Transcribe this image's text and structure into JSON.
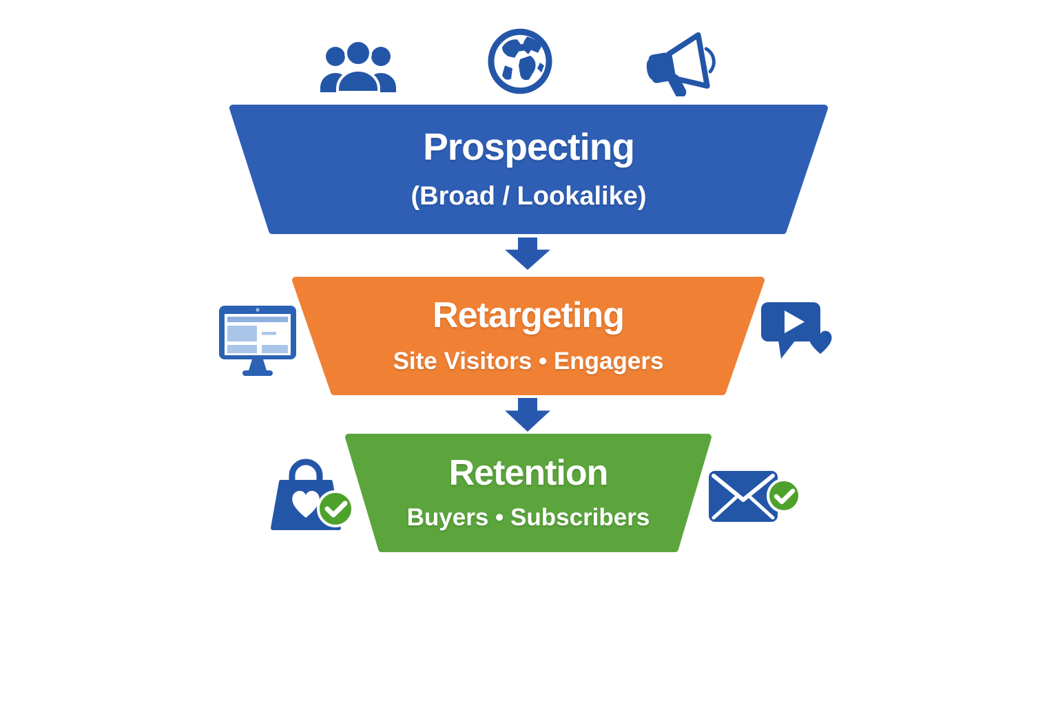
{
  "diagram": {
    "type": "marketing-funnel",
    "stages": [
      {
        "id": "prospecting",
        "title": "Prospecting",
        "subtitle": "(Broad / Lookalike)",
        "color": "#2e5fb5"
      },
      {
        "id": "retargeting",
        "title": "Retargeting",
        "subtitle": "Site Visitors • Engagers",
        "color": "#f08134"
      },
      {
        "id": "retention",
        "title": "Retention",
        "subtitle": "Buyers • Subscribers",
        "color": "#5ba53c"
      }
    ],
    "icons": {
      "top_row": [
        "audience-people-icon",
        "globe-icon",
        "megaphone-icon"
      ],
      "middle_left": "website-monitor-icon",
      "middle_right": "video-chat-heart-icon",
      "bottom_left": "shopping-bag-check-icon",
      "bottom_right": "email-check-icon",
      "connectors": [
        "down-arrow-icon",
        "down-arrow-icon"
      ]
    },
    "colors": {
      "stage_blue": "#2e5fb5",
      "stage_orange": "#f08134",
      "stage_green": "#5ba53c",
      "icon_blue": "#2456a8",
      "check_green": "#4ea22c",
      "arrow_blue": "#2858ae",
      "screen_light_blue": "#a9c6ea",
      "screen_header_blue": "#8fb2e0",
      "text_white": "#ffffff"
    }
  }
}
